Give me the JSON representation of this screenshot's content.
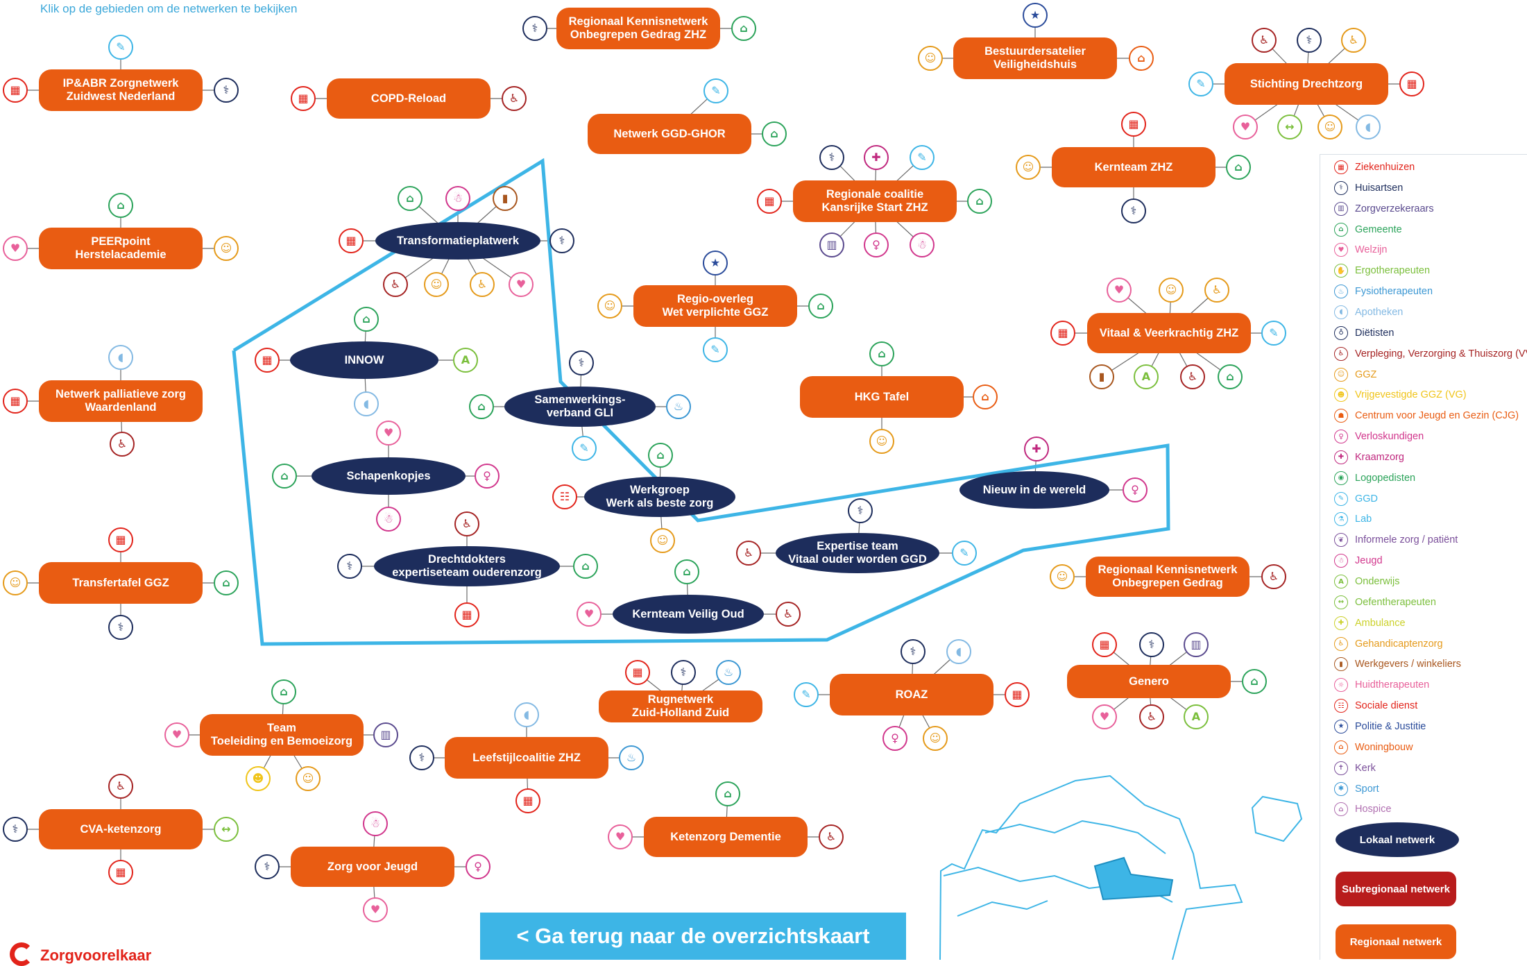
{
  "intro": "Klik op de gebieden om de netwerken te bekijken",
  "back_button": "< Ga terug naar de overzichtskaart",
  "logo_text": "Zorgvoorelkaar",
  "colors": {
    "regional": "#e95c12",
    "local": "#1d2d5c",
    "subregional": "#b81c1c",
    "outline": "#3db5e6",
    "connector": "#6b6b6b"
  },
  "icon_types": {
    "ziekenhuis": {
      "glyph": "▦",
      "color": "#e2231a"
    },
    "huisarts": {
      "glyph": "⚕",
      "color": "#1d2d5c"
    },
    "zorgverzekeraar": {
      "glyph": "▥",
      "color": "#5a4a8e"
    },
    "gemeente": {
      "glyph": "⌂",
      "color": "#2ba35a"
    },
    "welzijn": {
      "glyph": "♥",
      "color": "#e8609a"
    },
    "ergotherapeut": {
      "glyph": "✋",
      "color": "#7bbf3c"
    },
    "fysiotherapeut": {
      "glyph": "♨",
      "color": "#3b97d3"
    },
    "apotheek": {
      "glyph": "◖",
      "color": "#83b9e3"
    },
    "dietist": {
      "glyph": "♁",
      "color": "#1d2d5c"
    },
    "vvt": {
      "glyph": "♿",
      "color": "#a52323"
    },
    "ggz": {
      "glyph": "☺",
      "color": "#e59a1a"
    },
    "vg": {
      "glyph": "☻",
      "color": "#f0c419"
    },
    "cjg": {
      "glyph": "☗",
      "color": "#e95c12"
    },
    "verloskunde": {
      "glyph": "♀",
      "color": "#d1368c"
    },
    "kraamzorg": {
      "glyph": "✚",
      "color": "#c0287e"
    },
    "logopedie": {
      "glyph": "◉",
      "color": "#2ba35a"
    },
    "ggd": {
      "glyph": "✎",
      "color": "#3db5e6"
    },
    "lab": {
      "glyph": "⚗",
      "color": "#3db5e6"
    },
    "informele_zorg": {
      "glyph": "❦",
      "color": "#7a4f9a"
    },
    "jeugd": {
      "glyph": "☃",
      "color": "#d1368c"
    },
    "onderwijs": {
      "glyph": "A",
      "color": "#7bbf3c"
    },
    "oefentherapeut": {
      "glyph": "↔",
      "color": "#7bbf3c"
    },
    "ambulance": {
      "glyph": "✚",
      "color": "#cbd12a"
    },
    "gehandicaptenzorg": {
      "glyph": "♿",
      "color": "#e59a1a"
    },
    "werkgever": {
      "glyph": "▮",
      "color": "#a8561e"
    },
    "huidtherapeut": {
      "glyph": "☼",
      "color": "#e8609a"
    },
    "sociale_dienst": {
      "glyph": "☷",
      "color": "#e2231a"
    },
    "politie": {
      "glyph": "★",
      "color": "#2a4b9a"
    },
    "woningbouw": {
      "glyph": "⌂",
      "color": "#e95c12"
    },
    "kerk": {
      "glyph": "✝",
      "color": "#7a4f9a"
    },
    "sport": {
      "glyph": "✱",
      "color": "#3b97d3"
    },
    "hospice": {
      "glyph": "⌂",
      "color": "#b06fb0"
    }
  },
  "networks": [
    {
      "id": "ipabr",
      "label": "IP&ABR Zorgnetwerk\nZuidwest Nederland",
      "type": "regional",
      "icons": [
        "ggd",
        "ziekenhuis",
        "huisarts"
      ]
    },
    {
      "id": "copd",
      "label": "COPD-Reload",
      "type": "regional",
      "icons": [
        "ziekenhuis",
        "vvt"
      ]
    },
    {
      "id": "rkn_zhz",
      "label": "Regionaal Kennisnetwerk\nOnbegrepen Gedrag ZHZ",
      "type": "regional",
      "icons": [
        "huisarts",
        "gemeente"
      ]
    },
    {
      "id": "bestuurders",
      "label": "Bestuurdersatelier\nVeiligheidshuis",
      "type": "regional",
      "icons": [
        "politie",
        "ggz",
        "woningbouw"
      ]
    },
    {
      "id": "drechtzorg",
      "label": "Stichting Drechtzorg",
      "type": "regional",
      "icons": [
        "vvt",
        "huisarts",
        "gehandicaptenzorg",
        "ggd",
        "ziekenhuis",
        "welzijn",
        "oefentherapeut",
        "ggz",
        "apotheek"
      ]
    },
    {
      "id": "ggdghor",
      "label": "Netwerk GGD-GHOR",
      "type": "regional",
      "icons": [
        "ggd",
        "gemeente"
      ]
    },
    {
      "id": "kernteam_zhz",
      "label": "Kernteam ZHZ",
      "type": "regional",
      "icons": [
        "ziekenhuis",
        "ggz",
        "gemeente",
        "huisarts"
      ]
    },
    {
      "id": "kansrijke",
      "label": "Regionale coalitie\nKansrijke Start ZHZ",
      "type": "regional",
      "icons": [
        "huisarts",
        "kraamzorg",
        "ggd",
        "ziekenhuis",
        "gemeente",
        "zorgverzekeraar",
        "verloskunde",
        "jeugd"
      ]
    },
    {
      "id": "peerpoint",
      "label": "PEERpoint\nHerstelacademie",
      "type": "regional",
      "icons": [
        "gemeente",
        "welzijn",
        "ggz"
      ]
    },
    {
      "id": "regio_overleg",
      "label": "Regio-overleg\nWet verplichte GGZ",
      "type": "regional",
      "icons": [
        "politie",
        "ggz",
        "gemeente",
        "ggd"
      ]
    },
    {
      "id": "vitaal",
      "label": "Vitaal & Veerkrachtig ZHZ",
      "type": "regional",
      "icons": [
        "welzijn",
        "ggz",
        "gehandicaptenzorg",
        "ziekenhuis",
        "ggd",
        "werkgever",
        "onderwijs",
        "vvt",
        "gemeente"
      ]
    },
    {
      "id": "palliatief",
      "label": "Netwerk palliatieve zorg\nWaardenland",
      "type": "regional",
      "icons": [
        "apotheek",
        "ziekenhuis",
        "vvt"
      ]
    },
    {
      "id": "hkg",
      "label": "HKG Tafel",
      "type": "regional",
      "icons": [
        "gemeente",
        "woningbouw",
        "ggz"
      ]
    },
    {
      "id": "transfertafel",
      "label": "Transfertafel GGZ",
      "type": "regional",
      "icons": [
        "ziekenhuis",
        "ggz",
        "gemeente",
        "huisarts"
      ]
    },
    {
      "id": "rkn",
      "label": "Regionaal Kennisnetwerk\nOnbegrepen Gedrag",
      "type": "regional",
      "icons": [
        "ggz",
        "vvt"
      ]
    },
    {
      "id": "rugnetwerk",
      "label": "Rugnetwerk\nZuid-Holland Zuid",
      "type": "regional",
      "icons": [
        "ziekenhuis",
        "huisarts",
        "fysiotherapeut"
      ]
    },
    {
      "id": "roaz",
      "label": "ROAZ",
      "type": "regional",
      "icons": [
        "huisarts",
        "apotheek",
        "ggd",
        "ziekenhuis",
        "verloskunde",
        "ggz"
      ]
    },
    {
      "id": "genero",
      "label": "Genero",
      "type": "regional",
      "icons": [
        "ziekenhuis",
        "huisarts",
        "zorgverzekeraar",
        "gemeente",
        "welzijn",
        "vvt",
        "onderwijs"
      ]
    },
    {
      "id": "team_toeleiding",
      "label": "Team\nToeleiding en Bemoeizorg",
      "type": "regional",
      "icons": [
        "gemeente",
        "welzijn",
        "zorgverzekeraar",
        "vg",
        "ggz"
      ]
    },
    {
      "id": "leefstijl",
      "label": "Leefstijlcoalitie ZHZ",
      "type": "regional",
      "icons": [
        "apotheek",
        "huisarts",
        "fysiotherapeut",
        "ziekenhuis"
      ]
    },
    {
      "id": "cva",
      "label": "CVA-ketenzorg",
      "type": "regional",
      "icons": [
        "vvt",
        "huisarts",
        "oefentherapeut",
        "ziekenhuis"
      ]
    },
    {
      "id": "ketenzorg_dementie",
      "label": "Ketenzorg Dementie",
      "type": "regional",
      "icons": [
        "gemeente",
        "welzijn",
        "vvt"
      ]
    },
    {
      "id": "zorg_jeugd",
      "label": "Zorg voor Jeugd",
      "type": "regional",
      "icons": [
        "jeugd",
        "huisarts",
        "verloskunde",
        "welzijn"
      ]
    },
    {
      "id": "transformatie",
      "label": "Transformatieplatwerk",
      "type": "local",
      "icons": [
        "gemeente",
        "jeugd",
        "werkgever",
        "ziekenhuis",
        "huisarts",
        "vvt",
        "ggz",
        "gehandicaptenzorg",
        "welzijn"
      ]
    },
    {
      "id": "innow",
      "label": "INNOW",
      "type": "local",
      "icons": [
        "gemeente",
        "ziekenhuis",
        "onderwijs",
        "apotheek"
      ]
    },
    {
      "id": "gli",
      "label": "Samenwerkings-\nverband GLI",
      "type": "local",
      "icons": [
        "huisarts",
        "gemeente",
        "fysiotherapeut",
        "ggd"
      ]
    },
    {
      "id": "schapenkopjes",
      "label": "Schapenkopjes",
      "type": "local",
      "icons": [
        "welzijn",
        "gemeente",
        "verloskunde",
        "jeugd"
      ]
    },
    {
      "id": "werkgroep",
      "label": "Werkgroep\nWerk als beste zorg",
      "type": "local",
      "icons": [
        "gemeente",
        "sociale_dienst",
        "ggz"
      ]
    },
    {
      "id": "nieuw",
      "label": "Nieuw in de wereld",
      "type": "local",
      "icons": [
        "kraamzorg",
        "verloskunde"
      ]
    },
    {
      "id": "drechtdokters",
      "label": "Drechtdokters\nexpertiseteam ouderenzorg",
      "type": "local",
      "icons": [
        "vvt",
        "huisarts",
        "gemeente",
        "ziekenhuis"
      ]
    },
    {
      "id": "expertise",
      "label": "Expertise team\nVitaal ouder worden GGD",
      "type": "local",
      "icons": [
        "huisarts",
        "vvt",
        "ggd"
      ]
    },
    {
      "id": "kernteam_oud",
      "label": "Kernteam Veilig Oud",
      "type": "local",
      "icons": [
        "gemeente",
        "welzijn",
        "vvt"
      ]
    }
  ],
  "legend": {
    "items": [
      {
        "key": "ziekenhuis",
        "label": "Ziekenhuizen"
      },
      {
        "key": "huisarts",
        "label": "Huisartsen"
      },
      {
        "key": "zorgverzekeraar",
        "label": "Zorgverzekeraars"
      },
      {
        "key": "gemeente",
        "label": "Gemeente"
      },
      {
        "key": "welzijn",
        "label": "Welzijn"
      },
      {
        "key": "ergotherapeut",
        "label": "Ergotherapeuten"
      },
      {
        "key": "fysiotherapeut",
        "label": "Fysiotherapeuten"
      },
      {
        "key": "apotheek",
        "label": "Apotheken"
      },
      {
        "key": "dietist",
        "label": "Diëtisten"
      },
      {
        "key": "vvt",
        "label": "Verpleging, Verzorging & Thuiszorg (VVT)"
      },
      {
        "key": "ggz",
        "label": "GGZ"
      },
      {
        "key": "vg",
        "label": "Vrijgevestigde GGZ (VG)"
      },
      {
        "key": "cjg",
        "label": "Centrum voor Jeugd en Gezin (CJG)"
      },
      {
        "key": "verloskunde",
        "label": "Verloskundigen"
      },
      {
        "key": "kraamzorg",
        "label": "Kraamzorg"
      },
      {
        "key": "logopedie",
        "label": "Logopedisten"
      },
      {
        "key": "ggd",
        "label": "GGD"
      },
      {
        "key": "lab",
        "label": "Lab"
      },
      {
        "key": "informele_zorg",
        "label": "Informele zorg / patiënt"
      },
      {
        "key": "jeugd",
        "label": "Jeugd"
      },
      {
        "key": "onderwijs",
        "label": "Onderwijs"
      },
      {
        "key": "oefentherapeut",
        "label": "Oefentherapeuten"
      },
      {
        "key": "ambulance",
        "label": "Ambulance"
      },
      {
        "key": "gehandicaptenzorg",
        "label": "Gehandicaptenzorg"
      },
      {
        "key": "werkgever",
        "label": "Werkgevers / winkeliers"
      },
      {
        "key": "huidtherapeut",
        "label": "Huidtherapeuten"
      },
      {
        "key": "sociale_dienst",
        "label": "Sociale dienst"
      },
      {
        "key": "politie",
        "label": "Politie & Justitie"
      },
      {
        "key": "woningbouw",
        "label": "Woningbouw"
      },
      {
        "key": "kerk",
        "label": "Kerk"
      },
      {
        "key": "sport",
        "label": "Sport"
      },
      {
        "key": "hospice",
        "label": "Hospice"
      }
    ],
    "local_label": "Lokaal netwerk",
    "subregional_label": "Subregionaal netwerk",
    "regional_label": "Regionaal netwerk"
  }
}
